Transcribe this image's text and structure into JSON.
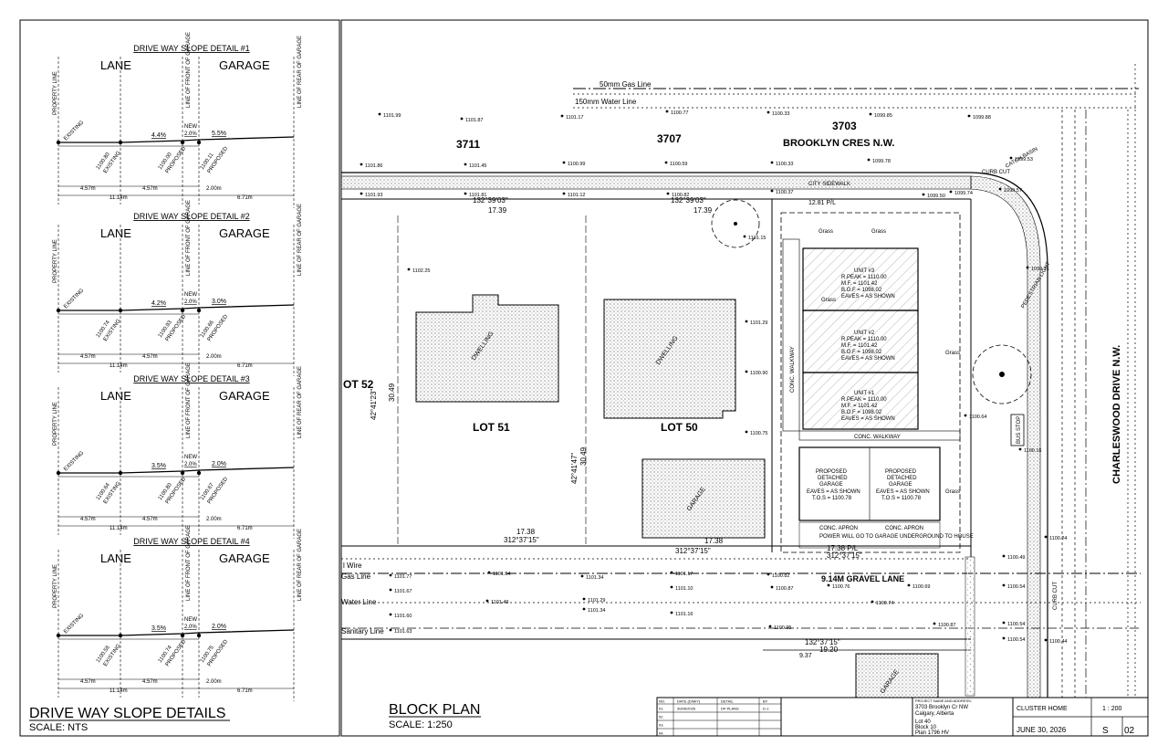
{
  "left_panel": {
    "details": [
      {
        "title": "DRIVE WAY SLOPE DETAIL #1",
        "slope_a": "4.4%",
        "slope_new": "2.0%",
        "slope_b": "5.5%",
        "elev_existing": "1100.80",
        "elev_proposed": "1100.00",
        "elev_garage": "1100.11"
      },
      {
        "title": "DRIVE WAY SLOPE DETAIL #2",
        "slope_a": "4.2%",
        "slope_new": "2.0%",
        "slope_b": "3.0%",
        "elev_existing": "1100.74",
        "elev_proposed": "1100.93",
        "elev_garage": "1100.66"
      },
      {
        "title": "DRIVE WAY SLOPE DETAIL #3",
        "slope_a": "3.5%",
        "slope_new": "2.0%",
        "slope_b": "2.0%",
        "elev_existing": "1100.64",
        "elev_proposed": "1100.80",
        "elev_garage": "1100.67"
      },
      {
        "title": "DRIVE WAY SLOPE DETAIL #4",
        "slope_a": "3.5%",
        "slope_new": "2.0%",
        "slope_b": "2.0%",
        "elev_existing": "1100.56",
        "elev_proposed": "1100.74",
        "elev_garage": "1100.75"
      }
    ],
    "labels": {
      "lane": "LANE",
      "garage": "GARAGE",
      "property_line": "PROPERTY LINE",
      "front_of_garage": "LINE OF FRONT OF GARAGE",
      "rear_of_garage": "LINE OF REAR OF GARAGE",
      "existing": "EXISTING",
      "proposed": "PROPOSED",
      "new": "NEW",
      "dim_a": "4.57m",
      "dim_b": "4.57m",
      "dim_c": "2.00m",
      "dim_total": "11.14m",
      "dim_garage": "6.71m"
    },
    "footer_title": "DRIVE WAY SLOPE DETAILS",
    "footer_scale": "SCALE:  NTS"
  },
  "plan": {
    "street_north": "BROOKLYN CRES N.W.",
    "street_east": "CHARLESWOOD DRIVE N.W.",
    "lane": "9.14M GRAVEL LANE",
    "gas_main": "50mm Gas Line",
    "water_main": "150mm Water Line",
    "addr_3711": "3711",
    "addr_3707": "3707",
    "addr_3703": "3703",
    "lot_52": "OT 52",
    "lot_51": "LOT 51",
    "lot_50": "LOT 50",
    "city_sidewalk": "CITY SIDEWALK",
    "bearing_north": "132°39'03\"",
    "dim_1739": "17.39",
    "bearing_south": "312°37'15\"",
    "dim_1738": "17.38",
    "bearing_lot": "42°41'23\"",
    "dim_3049": "30.49",
    "bearing_lot2": "42°41'47\"",
    "dwelling": "DWELLING",
    "garage": "GARAGE",
    "concrete_walkway": "CONC. WALKWAY",
    "concrete_apron": "CONC. APRON",
    "power_note": "POWER WILL GO TO GARAGE UNDERGROUND TO HOUSE",
    "units": [
      {
        "name": "UNIT #3",
        "rpeak": "R.PEAK = 1110.00",
        "mf": "M.F.   = 1101.42",
        "bof": "B.O.F = 1098.02",
        "eaves": "EAVES = AS SHOWN"
      },
      {
        "name": "UNIT #2",
        "rpeak": "R.PEAK = 1110.00",
        "mf": "M.F.   = 1101.42",
        "bof": "B.O.F = 1098.02",
        "eaves": "EAVES = AS SHOWN"
      },
      {
        "name": "UNIT #1",
        "rpeak": "R.PEAK = 1110.00",
        "mf": "M.F.   = 1101.42",
        "bof": "B.O.F = 1098.02",
        "eaves": "EAVES = AS SHOWN"
      }
    ],
    "detached_garage": {
      "l1": "PROPOSED",
      "l2": "DETACHED",
      "l3": "GARAGE",
      "eaves": "EAVES = AS SHOWN",
      "tos": "T.O.S = 1100.78"
    },
    "bus_stop": "BUS STOP",
    "pedestrian_light": "PEDESTRIAN LIGHT",
    "curb_cut": "CURB CUT",
    "catch_basin": "CATCH BASIN",
    "grass": "Grass",
    "wire": "l Wire",
    "gas_line": "Gas Line",
    "water_line": "Water Line",
    "sanitary_line": "Sanitary Line",
    "lower_bearing": "132°37'15\"",
    "lower_dim": "19.20",
    "lower_dim2": "9.37",
    "pl_label": "17.38 P/L",
    "pl_north": "12.81 P/L",
    "elevations": [
      "1101.99",
      "1101.87",
      "1101.17",
      "1100.77",
      "1100.33",
      "1099.85",
      "1099.88",
      "1101.86",
      "1101.45",
      "1100.99",
      "1100.59",
      "1100.33",
      "1099.78",
      "1101.93",
      "1101.81",
      "1101.12",
      "1100.82",
      "1100.37",
      "1099.50",
      "1099.74",
      "1102.25",
      "1101.15",
      "1101.29",
      "1100.90",
      "1100.75",
      "1100.16",
      "1101.77",
      "1101.54",
      "1101.34",
      "1101.17",
      "1100.82",
      "1100.76",
      "1100.69",
      "1100.54",
      "1101.67",
      "1101.49",
      "1101.29",
      "1101.10",
      "1100.87",
      "1100.74",
      "1100.54",
      "1101.60",
      "1101.63",
      "1101.34",
      "1101.16",
      "1100.95",
      "1100.87",
      "1100.54",
      "1100.44",
      "1100.49",
      "1100.24",
      "1099.71",
      "1099.57",
      "1099.53",
      "1100.64"
    ]
  },
  "footer": {
    "block_plan": "BLOCK PLAN",
    "scale": "SCALE:  1:250",
    "rev_headers": [
      "NO.",
      "DATE (D/M/Y)",
      "DETAIL",
      "BY"
    ],
    "rev_rows": [
      [
        "01.",
        "30/06/2026",
        "DP PLANS",
        "D.J."
      ],
      [
        "02.",
        "",
        "",
        ""
      ],
      [
        "03.",
        "",
        "",
        ""
      ],
      [
        "04.",
        "",
        "",
        ""
      ]
    ],
    "project_label": "PROJECT NAME AND ADDRESS:",
    "address1": "3703 Brooklyn Cr NW",
    "address2": "Calgary, Alberta",
    "legal1": "Lot 40",
    "legal2": "Block 10",
    "legal3": "Plan 1796 HV",
    "project_name": "CLUSTER HOME",
    "scale_value": "1 : 200",
    "date_value": "JUNE 30, 2026",
    "sheet_prefix": "S",
    "sheet_no": "02"
  }
}
